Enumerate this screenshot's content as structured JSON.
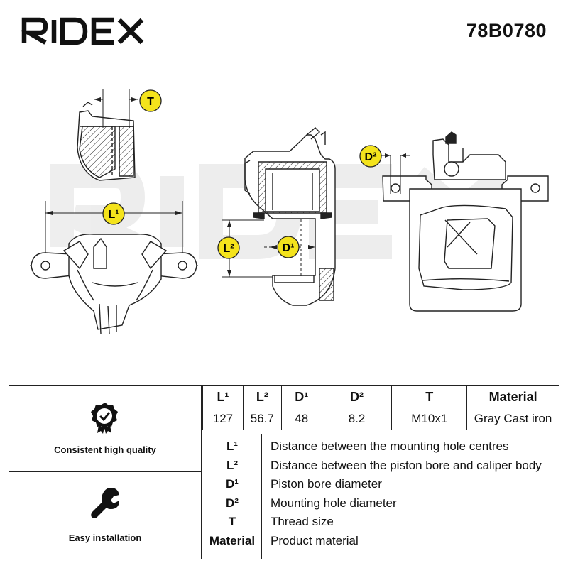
{
  "brand": "RIDEX",
  "part_number": "78B0780",
  "watermark": "RIDEX",
  "dimension_labels": {
    "t": "T",
    "l1": "L¹",
    "l2": "L²",
    "d1": "D¹",
    "d2": "D²"
  },
  "features": [
    {
      "icon": "check-badge-icon",
      "label": "Consistent high quality"
    },
    {
      "icon": "wrench-icon",
      "label": "Easy installation"
    }
  ],
  "spec_table": {
    "headers": [
      "L¹",
      "L²",
      "D¹",
      "D²",
      "T",
      "Material"
    ],
    "values": [
      "127",
      "56.7",
      "48",
      "8.2",
      "M10x1",
      "Gray Cast iron"
    ]
  },
  "legend": [
    {
      "key": "L¹",
      "desc": "Distance between the mounting hole centres"
    },
    {
      "key": "L²",
      "desc": "Distance between the piston bore and caliper body"
    },
    {
      "key": "D¹",
      "desc": "Piston bore diameter"
    },
    {
      "key": "D²",
      "desc": "Mounting hole diameter"
    },
    {
      "key": "T",
      "desc": "Thread size"
    },
    {
      "key": "Material",
      "desc": "Product material"
    }
  ]
}
